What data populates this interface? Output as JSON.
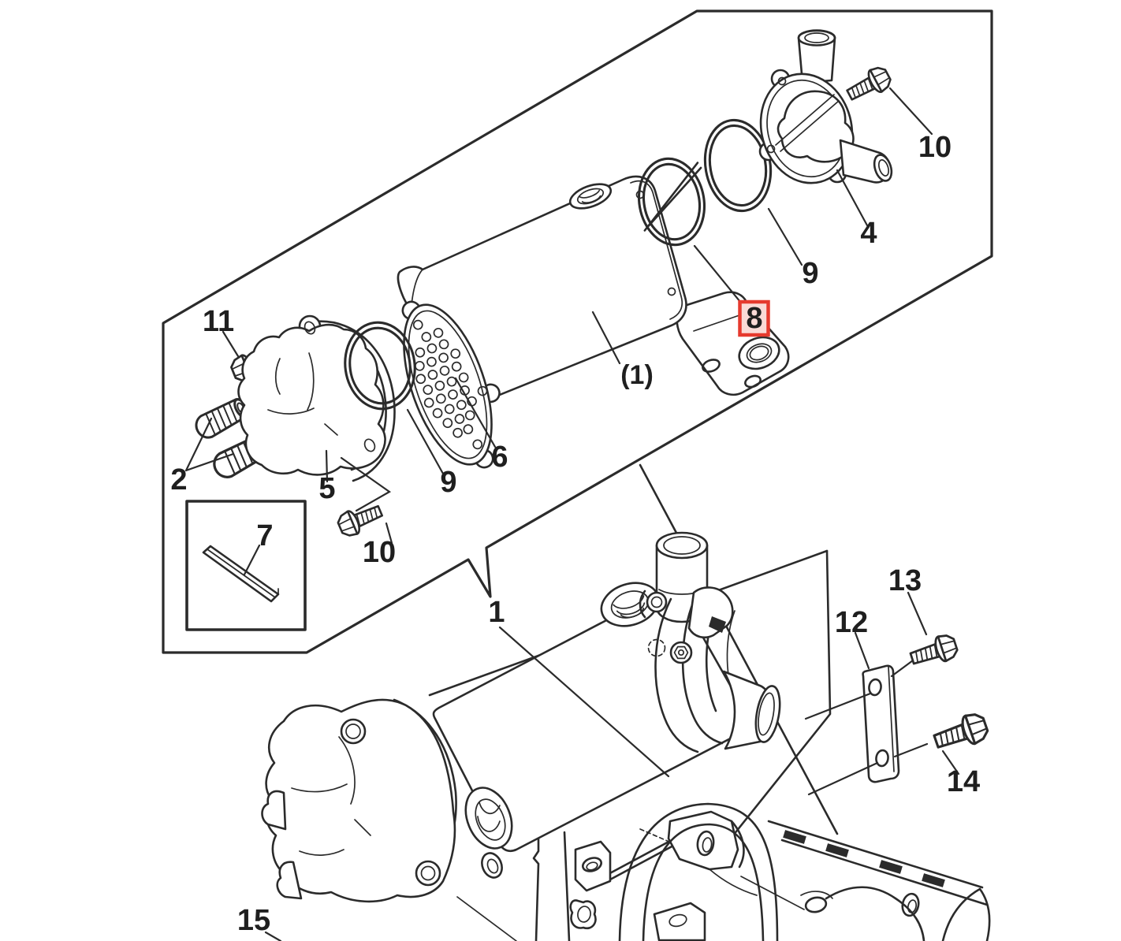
{
  "diagram": {
    "background_color": "#ffffff",
    "line_color": "#2b2b2b",
    "highlight": {
      "callout": "8",
      "border_color": "#e63a2e",
      "fill_color": "#fadad6"
    },
    "callouts": [
      {
        "label": "11",
        "highlighted": false
      },
      {
        "label": "2",
        "highlighted": false
      },
      {
        "label": "5",
        "highlighted": false
      },
      {
        "label": "9",
        "highlighted": false
      },
      {
        "label": "10",
        "highlighted": false
      },
      {
        "label": "7",
        "highlighted": false
      },
      {
        "label": "6",
        "highlighted": false
      },
      {
        "label": "(1)",
        "highlighted": false
      },
      {
        "label": "8",
        "highlighted": true
      },
      {
        "label": "9",
        "highlighted": false
      },
      {
        "label": "4",
        "highlighted": false
      },
      {
        "label": "10",
        "highlighted": false
      },
      {
        "label": "1",
        "highlighted": false
      },
      {
        "label": "12",
        "highlighted": false
      },
      {
        "label": "13",
        "highlighted": false
      },
      {
        "label": "14",
        "highlighted": false
      },
      {
        "label": "15",
        "highlighted": false
      }
    ]
  }
}
